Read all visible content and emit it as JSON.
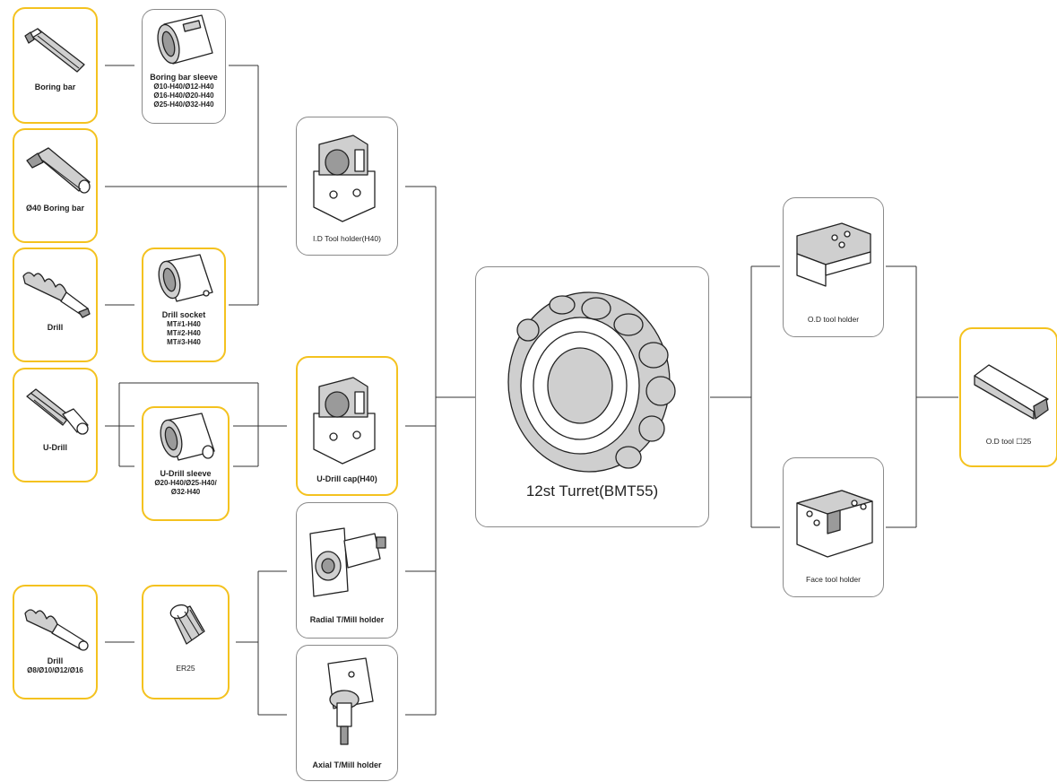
{
  "boxes": {
    "boring_bar": {
      "label": "Boring bar"
    },
    "boring_bar_sleeve": {
      "label": "Boring bar sleeve",
      "specs": [
        "Ø10-H40/Ø12-H40",
        "Ø16-H40/Ø20-H40",
        "Ø25-H40/Ø32-H40"
      ]
    },
    "boring_bar_40": {
      "label": "Ø40 Boring bar"
    },
    "drill": {
      "label": "Drill"
    },
    "drill_socket": {
      "label": "Drill socket",
      "specs": [
        "MT#1-H40",
        "MT#2-H40",
        "MT#3-H40"
      ]
    },
    "id_tool_holder": {
      "label": "I.D Tool holder(H40)"
    },
    "u_drill": {
      "label": "U-Drill"
    },
    "u_drill_sleeve": {
      "label": "U-Drill sleeve",
      "specs": [
        "Ø20-H40/Ø25-H40/",
        "Ø32-H40"
      ]
    },
    "u_drill_cap": {
      "label": "U-Drill cap(H40)"
    },
    "turret": {
      "label": "12st Turret(BMT55)"
    },
    "radial_mill": {
      "label": "Radial T/Mill holder"
    },
    "axial_mill": {
      "label": "Axial T/Mill holder"
    },
    "drill_small": {
      "label": "Drill",
      "specs": [
        "Ø8/Ø10/Ø12/Ø16"
      ]
    },
    "er25": {
      "label": "ER25"
    },
    "od_holder": {
      "label": "O.D tool holder"
    },
    "face_holder": {
      "label": "Face tool holder"
    },
    "od_tool": {
      "label": "O.D tool ☐25"
    }
  },
  "colors": {
    "highlight_border": "#f4c21f",
    "plain_border": "#8a8a8a",
    "connector": "#333333"
  }
}
